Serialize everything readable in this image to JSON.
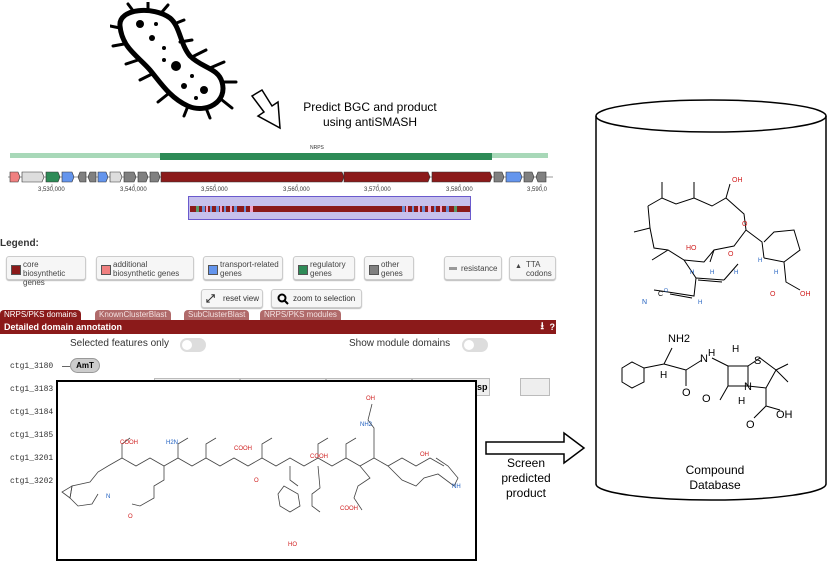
{
  "labels": {
    "predict": [
      "Predict BGC and product",
      "using antiSMASH"
    ],
    "screen": [
      "Screen",
      "predicted",
      "product"
    ],
    "database": [
      "Compound",
      "Database"
    ]
  },
  "antismash": {
    "region_label": "NRPS",
    "coords": [
      "3,530,000",
      "3,540,000",
      "3,550,000",
      "3,560,000",
      "3,570,000",
      "3,580,000",
      "3,590,0"
    ],
    "legend": {
      "title": "Legend:",
      "items": [
        {
          "label": "core biosynthetic genes",
          "color": "#8b1a1a"
        },
        {
          "label": "additional biosynthetic genes",
          "color": "#f08080"
        },
        {
          "label": "transport-related genes",
          "color": "#6495ed"
        },
        {
          "label": "regulatory genes",
          "color": "#2e8b57"
        },
        {
          "label": "other genes",
          "color": "#808080"
        }
      ],
      "resistance": "resistance",
      "tta": "TTA codons"
    },
    "buttons": {
      "reset": "reset view",
      "zoom": "zoom to selection"
    },
    "tabs": [
      "NRPS/PKS domains",
      "KnownClusterBlast",
      "SubClusterBlast",
      "NRPS/PKS modules"
    ],
    "domain_title": "Detailed domain annotation",
    "toggles": {
      "selected": "Selected features only",
      "module": "Show module domains"
    },
    "genes": [
      "ctg1_3180",
      "ctg1_3183",
      "ctg1_3184",
      "ctg1_3185",
      "ctg1_3201",
      "ctg1_3202"
    ],
    "first_domain": "AmT",
    "partial_domain": "sp"
  },
  "peptide_atoms": [
    "COOH",
    "H2N",
    "O",
    "HO",
    "NH2",
    "OH",
    "N",
    "NH",
    "COOH",
    "COOH",
    "COOH",
    "OH",
    "O"
  ],
  "molecules": {
    "macrolide_atoms": [
      "O",
      "O",
      "O",
      "OH",
      "HO",
      "H",
      "H",
      "H",
      "H",
      "H",
      "H",
      "O",
      "OH",
      "N",
      "C"
    ],
    "penicillin_atoms": [
      "NH2",
      "H",
      "N",
      "H",
      "H",
      "S",
      "N",
      "H",
      "O",
      "O",
      "OH",
      "O"
    ]
  }
}
